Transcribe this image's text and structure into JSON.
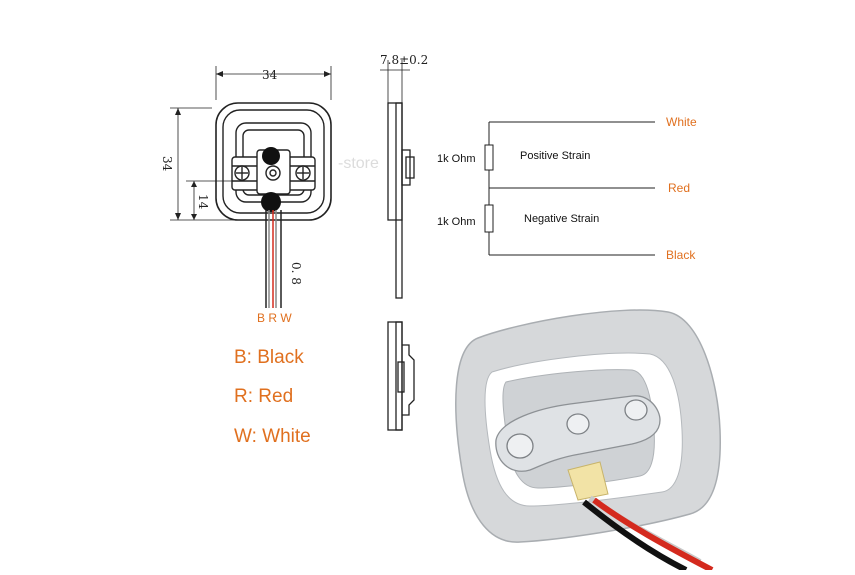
{
  "dimensions": {
    "width": "34",
    "height": "34",
    "inner_height": "14",
    "thickness": "7.8±0.2",
    "wire_gauge": "0. 8"
  },
  "wire_pins": "B R W",
  "circuit": {
    "resistor_top_value": "1k Ohm",
    "resistor_bottom_value": "1k Ohm",
    "resistor_top_label": "Positive Strain",
    "resistor_bottom_label": "Negative Strain",
    "wire_white": "White",
    "wire_red": "Red",
    "wire_black": "Black"
  },
  "legend": [
    {
      "text": "B: Black"
    },
    {
      "text": "R: Red"
    },
    {
      "text": "W: White"
    }
  ],
  "colors": {
    "accent": "#e0701f",
    "line": "#222222",
    "wire_red": "#d42a1e",
    "wire_white": "#bdbdbd",
    "metal": "#d6d8da"
  },
  "watermark": "-store"
}
